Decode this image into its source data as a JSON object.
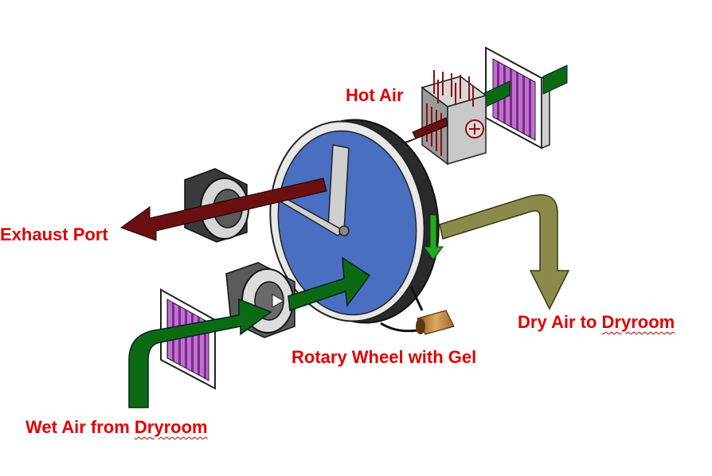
{
  "labels": {
    "hot_air": "Hot Air",
    "exhaust_port": "Exhaust Port",
    "dry_air_prefix": "Dry Air to ",
    "dry_air_word": "Dryroom",
    "rotary_wheel": "Rotary Wheel with Gel",
    "wet_air_prefix": "Wet Air from ",
    "wet_air_word": "Dryroom"
  },
  "colors": {
    "label": "#e00000",
    "wheel_face": "#4a6fc0",
    "hot_arrow": "#6a0f12",
    "wet_air_arrow": "#0d6a14",
    "dry_air_arrow": "#8a8a4a",
    "filter_media": "#b44fc4",
    "housing": "#3a3a3a"
  }
}
